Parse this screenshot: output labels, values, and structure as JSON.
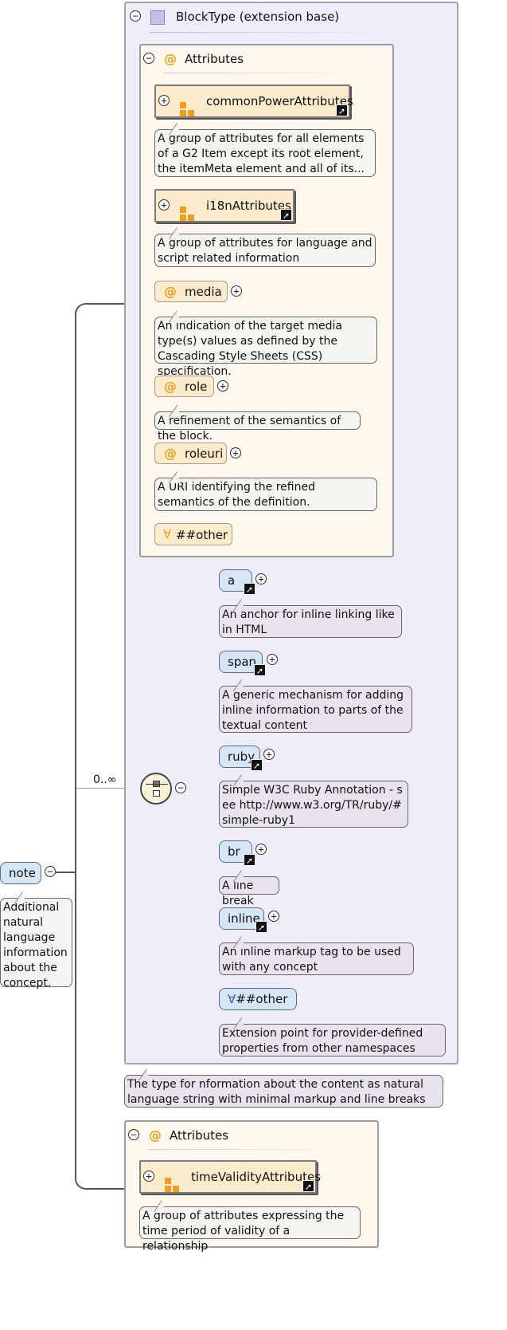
{
  "block_type": {
    "title": "BlockType (extension base)",
    "description": "The type for nformation about the content as natural language string with minimal markup and line breaks"
  },
  "attributes_title": "Attributes",
  "attr_symbol": "@",
  "toggle_minus": "−",
  "toggle_plus": "+",
  "link_arrow": "➚",
  "any_symbol": "∀",
  "attributes": {
    "common_power": {
      "name": "commonPowerAttributes",
      "description": "A group of attributes for all elements of a G2 Item except its root element, the itemMeta element and all of its..."
    },
    "i18n": {
      "name": "i18nAttributes",
      "description": "A group of attributes for language and script related information"
    },
    "media": {
      "name": "media",
      "description": "An indication of the target media type(s) values as defined by the Cascading Style Sheets (CSS) specification."
    },
    "role": {
      "name": "role",
      "description": "A refinement of the semantics of the block."
    },
    "roleuri": {
      "name": "roleuri",
      "description": "A URI identifying the refined semantics of the definition."
    },
    "other": {
      "name": "##other"
    }
  },
  "choice": {
    "cardinality": "0..∞"
  },
  "elements": {
    "a": {
      "name": "a",
      "description": "An anchor for inline linking like in HTML"
    },
    "span": {
      "name": "span",
      "description": "A generic mechanism for adding inline information to parts of the textual content"
    },
    "ruby": {
      "name": "ruby",
      "description": "Simple W3C Ruby Annotation - see http://www.w3.org/TR/ruby/#simple-ruby1"
    },
    "br": {
      "name": "br",
      "description": "A line break"
    },
    "inline": {
      "name": "inline",
      "description": "An inline markup tag to be used with any concept"
    },
    "other": {
      "name": "##other",
      "description": "Extension point for provider-defined properties from other namespaces"
    }
  },
  "note": {
    "name": "note",
    "description": "Additional natural language information about the concept."
  },
  "time_validity": {
    "name": "timeValidityAttributes",
    "description": "A group of attributes expressing the time period of validity of a relationship"
  },
  "colors": {
    "attribute_fill": "#fdeccb",
    "element_fill": "#d7e6f6",
    "extension_fill": "#efedf7",
    "icon_orange": "#f0a020"
  }
}
